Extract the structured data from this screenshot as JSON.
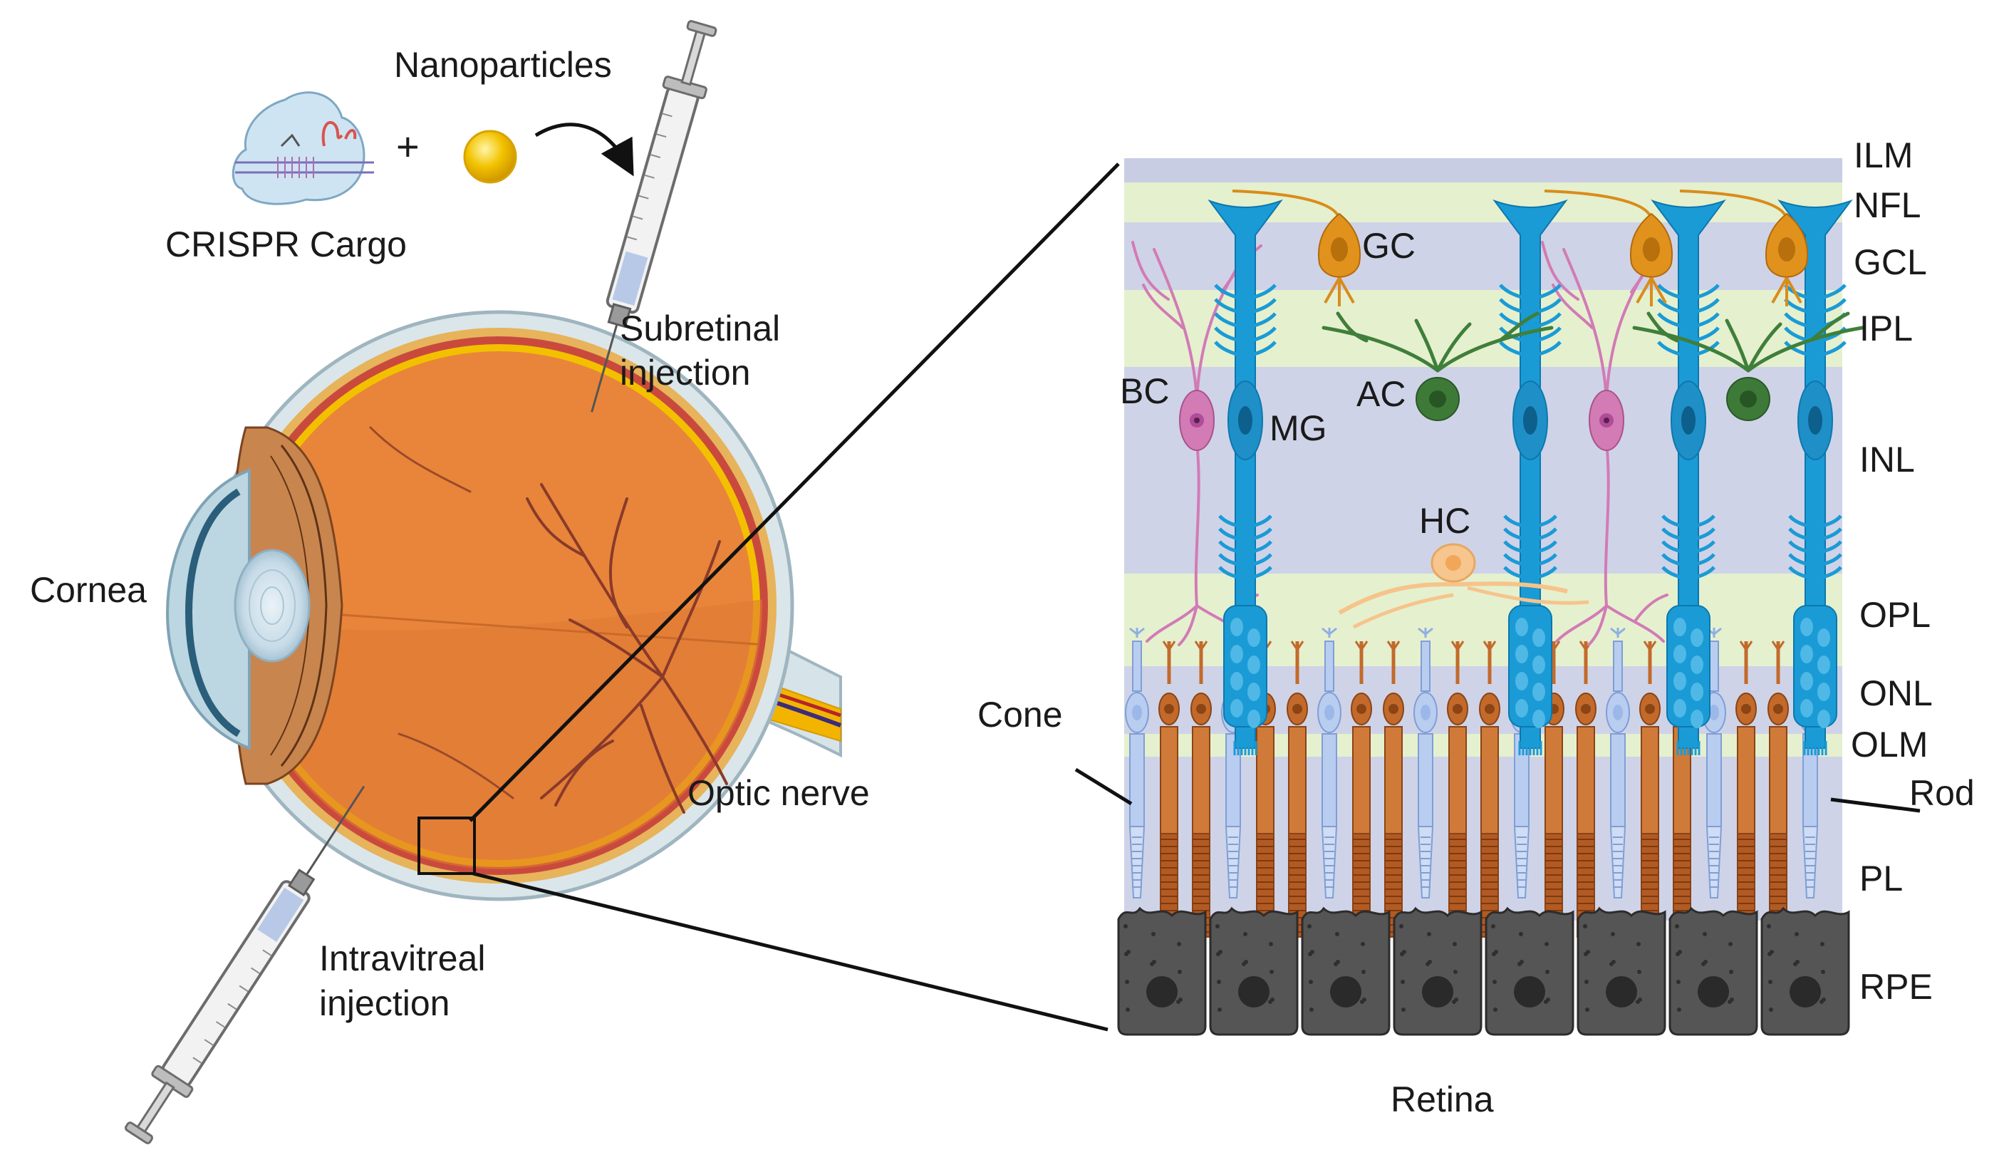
{
  "eye_labels": {
    "nanoparticles": "Nanoparticles",
    "plus": "+",
    "crispr_cargo": "CRISPR Cargo",
    "subretinal_line1": "Subretinal",
    "subretinal_line2": "injection",
    "cornea": "Cornea",
    "optic_nerve": "Optic nerve",
    "intravitreal_line1": "Intravitreal",
    "intravitreal_line2": "injection"
  },
  "retina": {
    "title": "Retina",
    "layers": [
      {
        "abbr": "ILM"
      },
      {
        "abbr": "NFL"
      },
      {
        "abbr": "GCL"
      },
      {
        "abbr": "IPL"
      },
      {
        "abbr": "INL"
      },
      {
        "abbr": "OPL"
      },
      {
        "abbr": "ONL"
      },
      {
        "abbr": "OLM"
      },
      {
        "abbr": "PL"
      },
      {
        "abbr": "RPE"
      }
    ],
    "cells": {
      "gc": "GC",
      "bc": "BC",
      "mg": "MG",
      "ac": "AC",
      "hc": "HC",
      "cone": "Cone",
      "rod": "Rod"
    }
  },
  "colors": {
    "band_blue": "#cfd3e8",
    "band_green": "#e8f2d2",
    "muller": "#1a9bd6",
    "bipolar": "#d27bb5",
    "ganglion": "#d98c1a",
    "amacrine": "#3f7f3a",
    "horizontal": "#f6c48a",
    "rod": "#c36a2b",
    "cone": "#b9cdf0",
    "rpe": "#4a4a4a",
    "eye_orange": "#e8853a"
  }
}
